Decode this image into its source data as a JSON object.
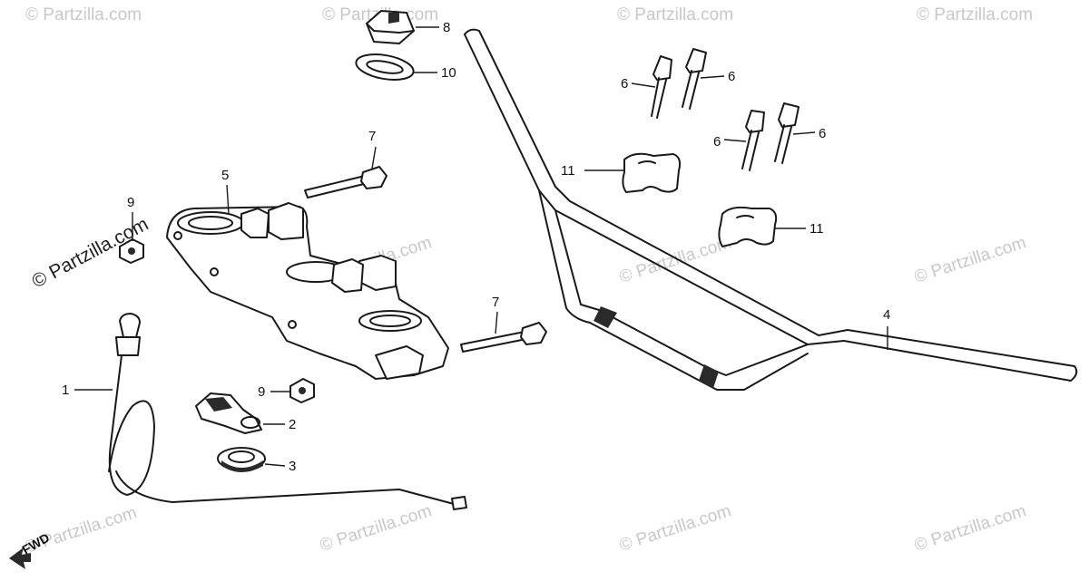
{
  "watermark": "© Partzilla.com",
  "watermark_prominent": "© Partzilla.com",
  "direction_label": "FWD",
  "callouts": {
    "c1": "1",
    "c2": "2",
    "c3": "3",
    "c4": "4",
    "c5": "5",
    "c6a": "6",
    "c6b": "6",
    "c6c": "6",
    "c6d": "6",
    "c7a": "7",
    "c7b": "7",
    "c8": "8",
    "c9a": "9",
    "c9b": "9",
    "c10": "10",
    "c11a": "11",
    "c11b": "11"
  },
  "colors": {
    "line": "#1a1a1a",
    "background": "#ffffff",
    "watermark": "#c8c8c8"
  }
}
